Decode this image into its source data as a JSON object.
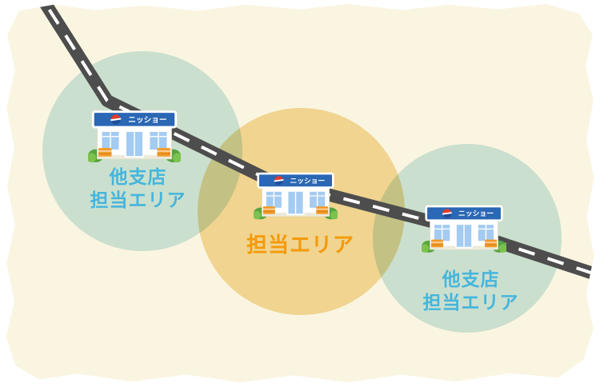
{
  "page": {
    "border_color": "#ffffff",
    "paper_color": "#faf5e1"
  },
  "road": {
    "color": "#4d4d4d",
    "dash_color": "#ffffff"
  },
  "store": {
    "sign_text": "ニッショー",
    "sign_color": "#2a67b4",
    "logo_top_color": "#e23a2e",
    "logo_bottom_color": "#1b4f9e",
    "window_color": "#a4cbf1",
    "shelf_color": "#f39b2c",
    "bush_color": "#58a53f"
  },
  "areas": [
    {
      "name": "other-branch-area-left",
      "line1": "他支店",
      "line2": "担当エリア",
      "circle_color": "#cfe8ea",
      "text_color": "#45b5dc"
    },
    {
      "name": "own-area-center",
      "line1": "担当エリア",
      "line2": "",
      "circle_color": "#f5dda2",
      "text_color": "#f49a0b"
    },
    {
      "name": "other-branch-area-right",
      "line1": "他支店",
      "line2": "担当エリア",
      "circle_color": "#cfe8ea",
      "text_color": "#45b5dc"
    }
  ]
}
